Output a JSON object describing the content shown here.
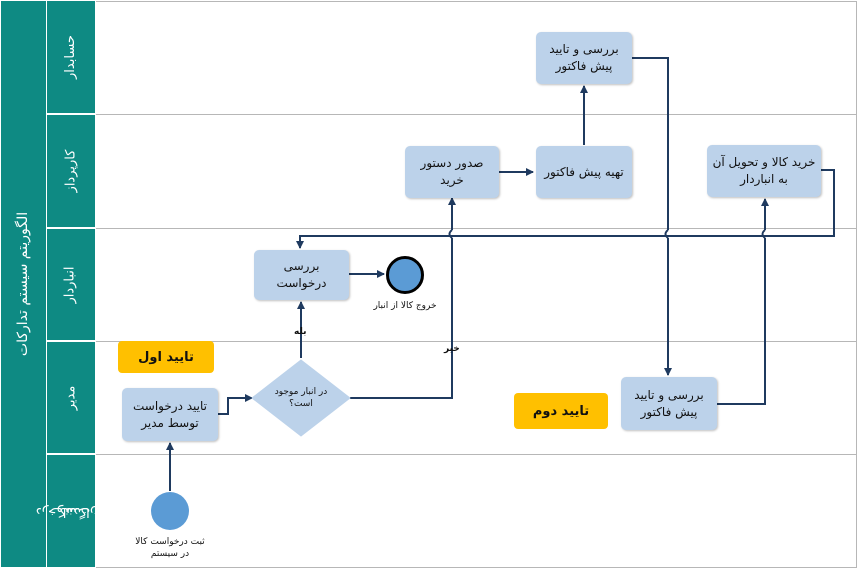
{
  "pool": {
    "title": "الگوریتم سیستم تدارکات"
  },
  "lanes": [
    {
      "key": "accountant",
      "label": "حسابدار"
    },
    {
      "key": "buyer",
      "label": "کارپرداز"
    },
    {
      "key": "warehouse",
      "label": "انباردار"
    },
    {
      "key": "manager",
      "label": "مدیر"
    },
    {
      "key": "requesters",
      "label_line1": "درخواست",
      "label_line2": "کنندگان"
    }
  ],
  "tasks": {
    "review_approve_proforma_top": {
      "line1": "بررسی و تایید",
      "line2": "پیش فاکتور"
    },
    "prepare_proforma": {
      "label": "تهیه پیش فاکتور"
    },
    "issue_purchase_order": {
      "label": "صدور دستور خرید"
    },
    "buy_and_deliver": {
      "line1": "خرید کالا و تحویل آن",
      "line2": "به انباردار"
    },
    "review_request": {
      "label": "بررسی درخواست"
    },
    "manager_approve_request": {
      "line1": "تایید درخواست",
      "line2": "توسط مدیر"
    },
    "review_approve_proforma_bottom": {
      "line1": "بررسی و تایید",
      "line2": "پیش فاکتور"
    }
  },
  "gateway": {
    "line1": "در انبار موجود",
    "line2": "است؟"
  },
  "branch_labels": {
    "yes": "بله",
    "no": "خیر"
  },
  "events": {
    "start": {
      "line1": "ثبت درخواست کالا",
      "line2": "در سیستم"
    },
    "end": {
      "label": "خروج کالا از انبار"
    }
  },
  "notes": {
    "first_approval": "تایید اول",
    "second_approval": "تایید دوم"
  },
  "colors": {
    "lane_header": "#0e8a83",
    "task_fill": "#bcd2ea",
    "event_fill": "#5b9bd5",
    "note_fill": "#ffc000",
    "connector": "#1f3a5f"
  }
}
